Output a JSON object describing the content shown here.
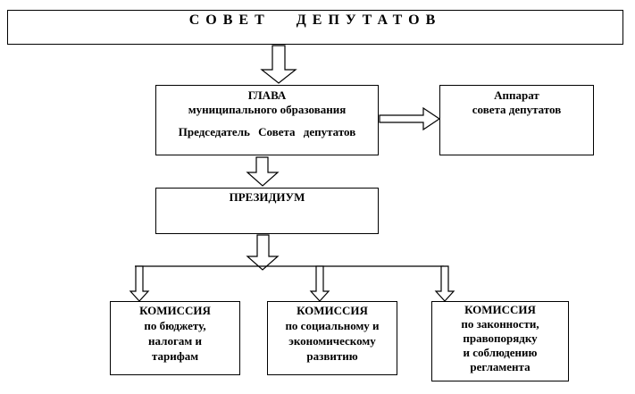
{
  "council": {
    "title": "СОВЕТ ДЕПУТАТОВ"
  },
  "head": {
    "line1": "ГЛАВА",
    "line2": "муниципального образования",
    "line3": "Председатель Совета депутатов"
  },
  "apparatus": {
    "line1": "Аппарат",
    "line2": "совета депутатов"
  },
  "presidium": {
    "title": "ПРЕЗИДИУМ"
  },
  "commissions": [
    {
      "title": "КОМИССИЯ",
      "lines": [
        "по бюджету,",
        "налогам и",
        "тарифам"
      ]
    },
    {
      "title": "КОМИССИЯ",
      "lines": [
        "по социальному и",
        "экономическому",
        "развитию"
      ]
    },
    {
      "title": "КОМИССИЯ",
      "lines": [
        "по законности,",
        "правопорядку",
        "и соблюдению",
        "регламента"
      ]
    }
  ]
}
